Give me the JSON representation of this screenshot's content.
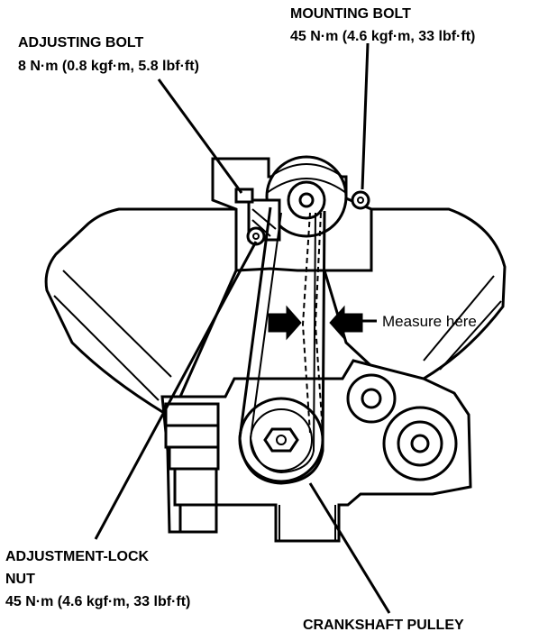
{
  "labels": {
    "adjusting_bolt": {
      "name": "ADJUSTING BOLT",
      "torque": "8 N·m (0.8 kgf·m, 5.8 lbf·ft)"
    },
    "mounting_bolt": {
      "name": "MOUNTING BOLT",
      "torque": "45 N·m (4.6 kgf·m, 33 lbf·ft)"
    },
    "measure_here": "Measure here",
    "adjustment_lock_nut": {
      "name_line1": "ADJUSTMENT-LOCK",
      "name_line2": "NUT",
      "torque": "45 N·m (4.6 kgf·m, 33 lbf·ft)"
    },
    "crankshaft_pulley": "CRANKSHAFT PULLEY"
  }
}
